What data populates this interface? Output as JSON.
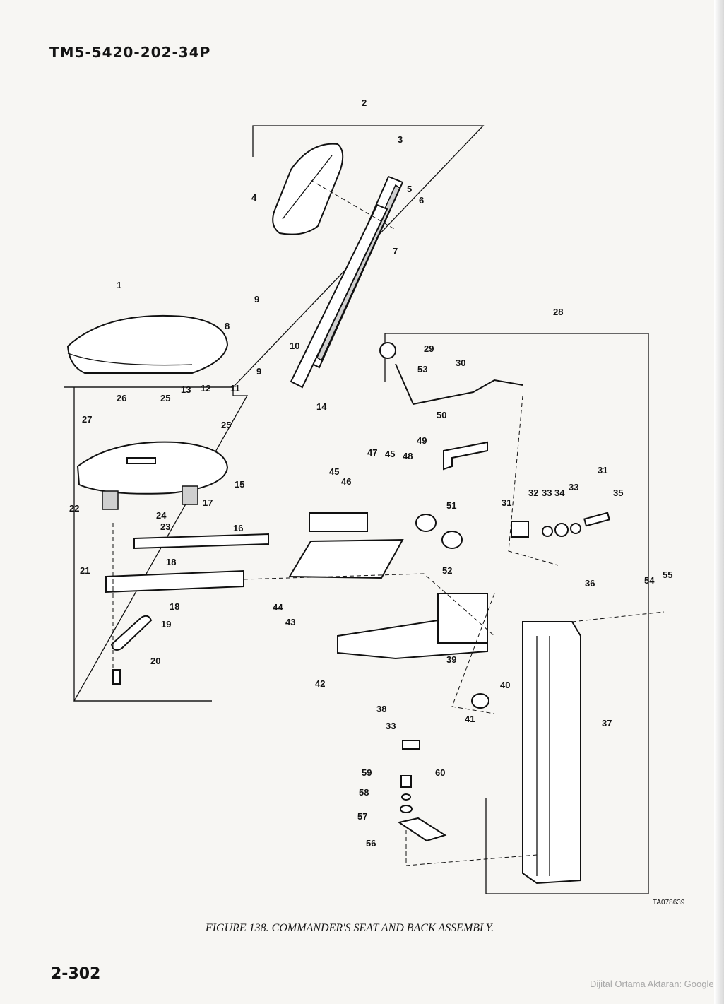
{
  "header": {
    "doc_id": "TM5-5420-202-34P"
  },
  "figure": {
    "caption": "FIGURE 138. COMMANDER'S SEAT AND BACK ASSEMBLY.",
    "ref_code": "TA078639",
    "callouts": [
      {
        "n": "1"
      },
      {
        "n": "2"
      },
      {
        "n": "3"
      },
      {
        "n": "4"
      },
      {
        "n": "5"
      },
      {
        "n": "6"
      },
      {
        "n": "7"
      },
      {
        "n": "8"
      },
      {
        "n": "9"
      },
      {
        "n": "9"
      },
      {
        "n": "10"
      },
      {
        "n": "11"
      },
      {
        "n": "12"
      },
      {
        "n": "13"
      },
      {
        "n": "14"
      },
      {
        "n": "15"
      },
      {
        "n": "16"
      },
      {
        "n": "17"
      },
      {
        "n": "18"
      },
      {
        "n": "18"
      },
      {
        "n": "19"
      },
      {
        "n": "20"
      },
      {
        "n": "21"
      },
      {
        "n": "22"
      },
      {
        "n": "23"
      },
      {
        "n": "24"
      },
      {
        "n": "25"
      },
      {
        "n": "25"
      },
      {
        "n": "26"
      },
      {
        "n": "27"
      },
      {
        "n": "28"
      },
      {
        "n": "29"
      },
      {
        "n": "30"
      },
      {
        "n": "31"
      },
      {
        "n": "31"
      },
      {
        "n": "32"
      },
      {
        "n": "33"
      },
      {
        "n": "33"
      },
      {
        "n": "33"
      },
      {
        "n": "34"
      },
      {
        "n": "35"
      },
      {
        "n": "36"
      },
      {
        "n": "37"
      },
      {
        "n": "38"
      },
      {
        "n": "39"
      },
      {
        "n": "40"
      },
      {
        "n": "41"
      },
      {
        "n": "42"
      },
      {
        "n": "43"
      },
      {
        "n": "44"
      },
      {
        "n": "45"
      },
      {
        "n": "45"
      },
      {
        "n": "46"
      },
      {
        "n": "47"
      },
      {
        "n": "48"
      },
      {
        "n": "49"
      },
      {
        "n": "50"
      },
      {
        "n": "51"
      },
      {
        "n": "52"
      },
      {
        "n": "53"
      },
      {
        "n": "54"
      },
      {
        "n": "55"
      },
      {
        "n": "56"
      },
      {
        "n": "57"
      },
      {
        "n": "58"
      },
      {
        "n": "59"
      },
      {
        "n": "60"
      }
    ]
  },
  "footer": {
    "page_number": "2-302",
    "watermark": "Dijital Ortama Aktaran: Google"
  }
}
